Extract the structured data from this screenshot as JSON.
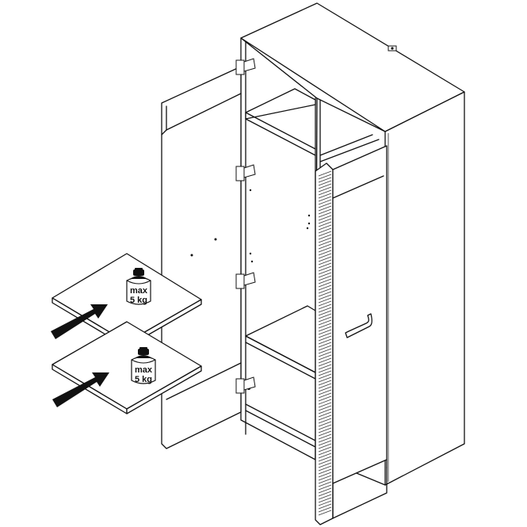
{
  "weight_labels": [
    {
      "line1": "max",
      "line2": "5 kg"
    },
    {
      "line1": "max",
      "line2": "5 kg"
    }
  ],
  "colors": {
    "stroke": "#111111",
    "background": "#ffffff"
  },
  "icons": [
    "weight-icon",
    "arrow-icon",
    "hinge-icon",
    "handle-icon"
  ]
}
